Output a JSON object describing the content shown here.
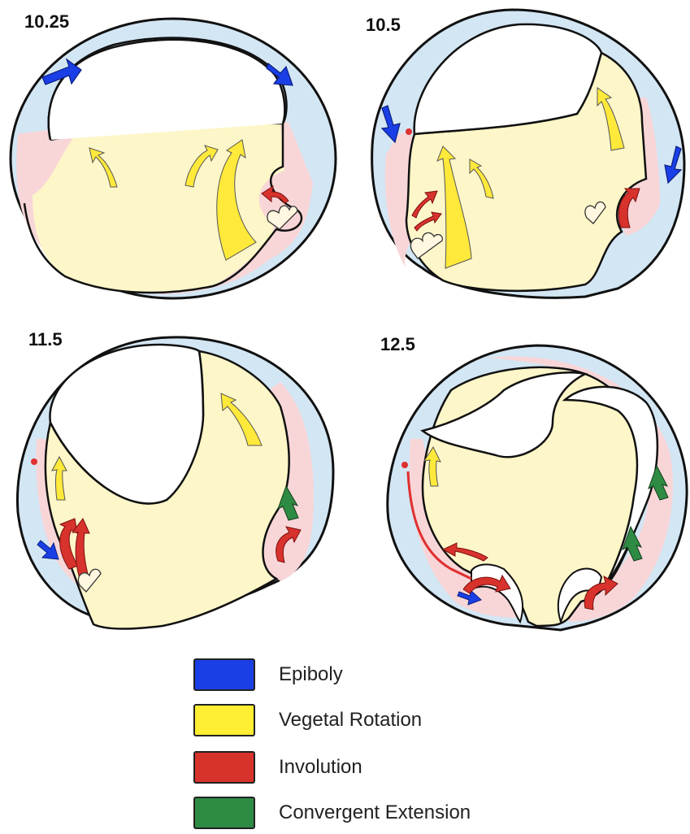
{
  "panels": [
    {
      "label": "10.25"
    },
    {
      "label": "10.5"
    },
    {
      "label": "11.5"
    },
    {
      "label": "12.5"
    }
  ],
  "legend": [
    {
      "label": "Epiboly",
      "color": "#1a3fe6"
    },
    {
      "label": "Vegetal Rotation",
      "color": "#ffee33"
    },
    {
      "label": "Involution",
      "color": "#d8322c"
    },
    {
      "label": "Convergent Extension",
      "color": "#2e8b43"
    }
  ],
  "colors": {
    "ectoderm": "#d3e6f4",
    "mesoderm": "#f8d6d8",
    "endoderm": "#fdf6c8",
    "outline": "#111111",
    "blastopore_lip": "#fff7e0",
    "bottle_cell_dot": "#e03030"
  }
}
